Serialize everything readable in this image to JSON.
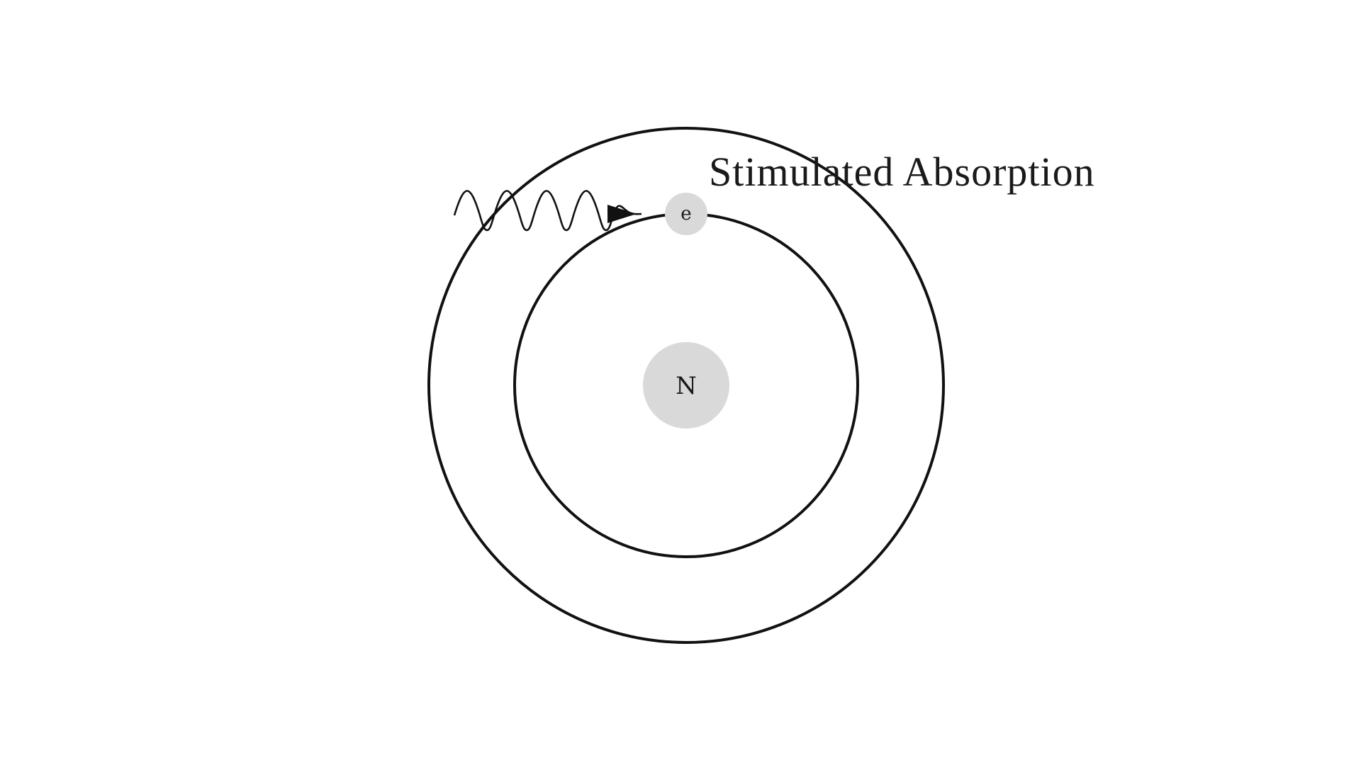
{
  "diagram": {
    "title": "Stimulated Absorption",
    "nucleus_label": "N",
    "electron_label": "e",
    "photon_icon": "wavy-arrow-icon",
    "colors": {
      "stroke": "#111111",
      "particle_fill": "#d9d9d9",
      "text": "#1a1a1a",
      "background": "#ffffff"
    }
  }
}
